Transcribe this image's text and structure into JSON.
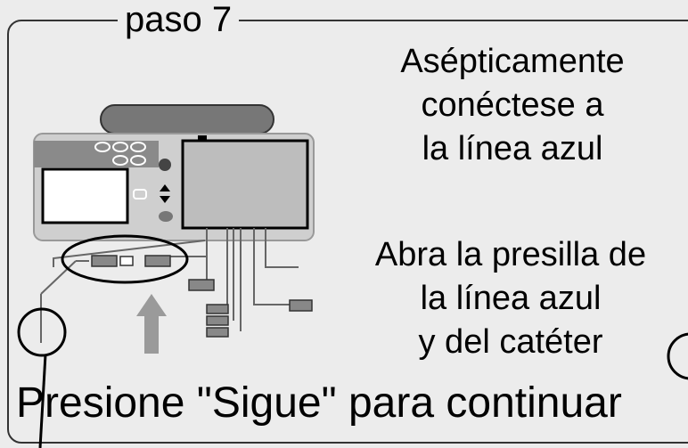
{
  "step": {
    "title": "paso 7"
  },
  "instructions": {
    "line1": "Asépticamente",
    "line2": "conéctese a",
    "line3": "la línea azul",
    "line4": "Abra la presilla de",
    "line5": "la línea azul",
    "line6": "y del catéter"
  },
  "footer": {
    "text": "Presione \"Sigue\" para continuar"
  },
  "colors": {
    "background": "#ececec",
    "device": "#cfcfcf",
    "line_gray": "#888888",
    "arrow": "#9a9a9a"
  },
  "icons": [
    "cycler-device-illustration",
    "up-arrow-icon",
    "highlight-circle",
    "catheter-line"
  ]
}
